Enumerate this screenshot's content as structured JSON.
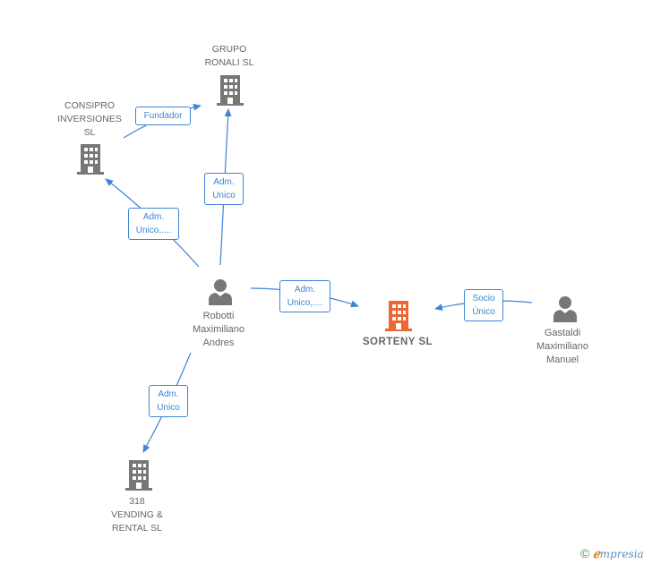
{
  "colors": {
    "edge": "#3d85d6",
    "company_icon": "#777777",
    "main_company_icon": "#ee6633",
    "person_icon": "#777777",
    "text": "#666666"
  },
  "nodes": {
    "grupo_ronali": {
      "label": "GRUPO\nRONALI SL",
      "icon": "building-icon"
    },
    "consipro": {
      "label": "CONSIPRO\nINVERSIONES\nSL",
      "icon": "building-icon"
    },
    "sorteny": {
      "label": "SORTENY SL",
      "icon": "building-icon"
    },
    "vending": {
      "label": "318\nVENDING &\nRENTAL SL",
      "icon": "building-icon"
    },
    "robotti": {
      "label": "Robotti\nMaximiliano\nAndres",
      "icon": "person-icon"
    },
    "gastaldi": {
      "label": "Gastaldi\nMaximiliano\nManuel",
      "icon": "person-icon"
    }
  },
  "edges": {
    "fundador": {
      "label": "Fundador"
    },
    "adm_unico_ronali": {
      "label": "Adm.\nUnico"
    },
    "adm_unico_consipro": {
      "label": "Adm.\nUnico,...."
    },
    "adm_unico_sorteny": {
      "label": "Adm.\nUnico,...."
    },
    "socio_unico": {
      "label": "Socio\nÚnico"
    },
    "adm_unico_vending": {
      "label": "Adm.\nUnico"
    }
  },
  "footer": {
    "copyright": "©",
    "brand_initial": "ℯ",
    "brand_rest": "mpresia"
  }
}
